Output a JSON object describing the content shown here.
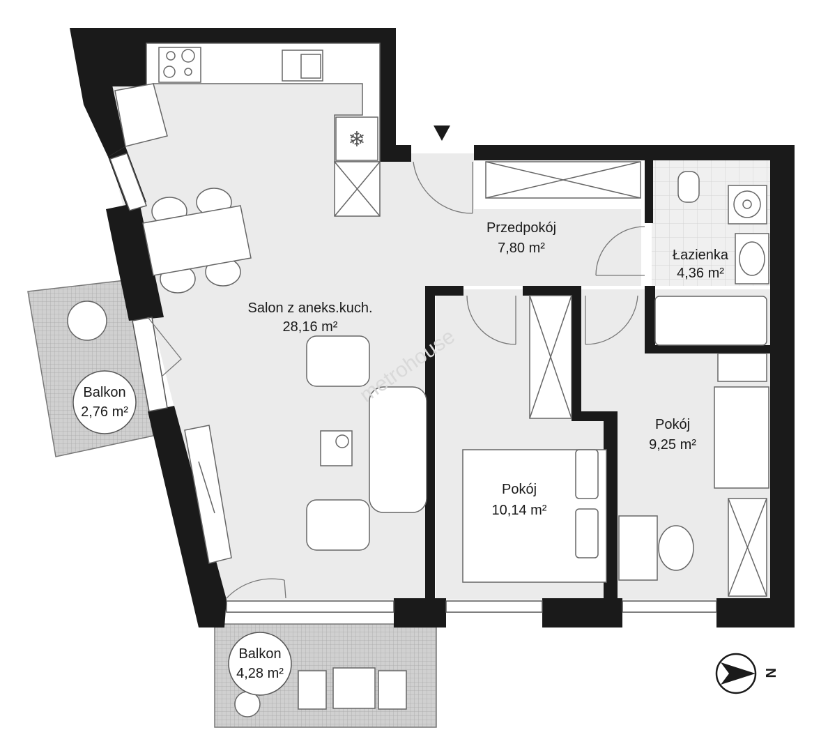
{
  "rooms": {
    "salon": {
      "name": "Salon z aneks.kuch.",
      "area": "28,16 m²"
    },
    "przedpokoj": {
      "name": "Przedpokój",
      "area": "7,80 m²"
    },
    "lazienka": {
      "name": "Łazienka",
      "area": "4,36 m²"
    },
    "pokoj_center": {
      "name": "Pokój",
      "area": "10,14 m²"
    },
    "pokoj_right": {
      "name": "Pokój",
      "area": "9,25 m²"
    },
    "balkon_left": {
      "name": "Balkon",
      "area": "2,76 m²"
    },
    "balkon_bottom": {
      "name": "Balkon",
      "area": "4,28 m²"
    }
  },
  "watermark": "metrohouse",
  "compass": {
    "label": "N"
  },
  "colors": {
    "wall": "#1a1a1a",
    "floor": "#ebebeb",
    "balcony_tile": "#c9c9c9",
    "white": "#ffffff"
  }
}
